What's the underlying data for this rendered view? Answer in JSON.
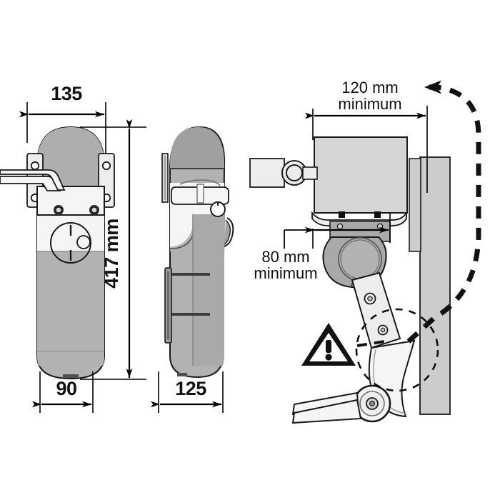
{
  "diagram": {
    "title": "Door closer installation dimension drawing",
    "views": [
      {
        "id": "front",
        "name": "front-elevation-view"
      },
      {
        "id": "side",
        "name": "side-elevation-view"
      },
      {
        "id": "install",
        "name": "installation-clearance-view"
      }
    ]
  },
  "dimensions": {
    "front_width": "135",
    "front_height": "417 mm",
    "front_base_width": "90",
    "side_width": "125",
    "clearance_top": "120 mm",
    "clearance_top_unit": "minimum",
    "clearance_arm": "80 mm",
    "clearance_arm_unit": "minimum"
  },
  "annotations": {
    "warning_glyph": "!",
    "warning_name": "warning-triangle-icon",
    "pinch_zone_label": "",
    "callout_arrow_label": ""
  },
  "colors": {
    "body_gray": "#b2b2b2",
    "light_gray": "#d5d5d5",
    "pale_gray": "#eceded",
    "near_white": "#f4f5f5",
    "outline": "#1a1a1a",
    "dim_line": "#000000",
    "wall_gray": "#cccccc"
  }
}
